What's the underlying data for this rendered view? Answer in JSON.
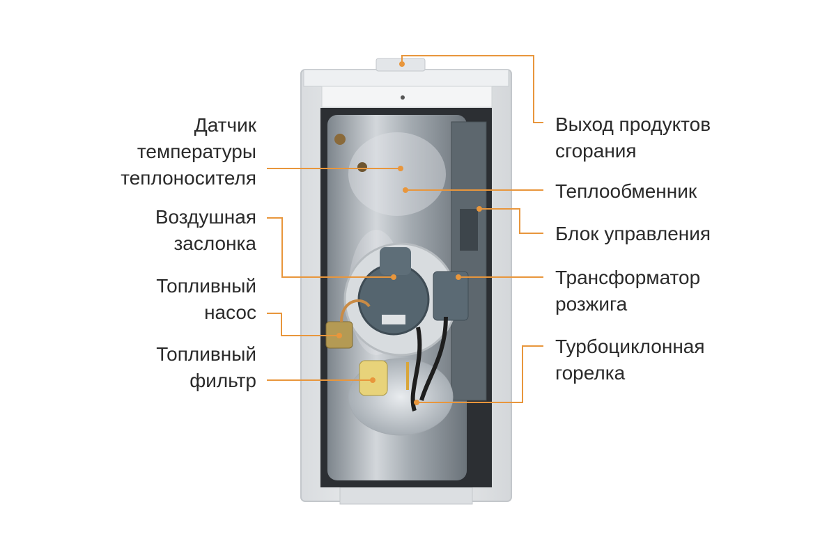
{
  "colors": {
    "leader": "#e8963c",
    "text": "#2a2a2a",
    "cabinet": "#e6e8ea",
    "inner_metal": "#a9b0b6",
    "burner": "#55656f"
  },
  "labels": {
    "left": [
      {
        "lines": [
          "Датчик",
          "температуры",
          "теплоносителя"
        ]
      },
      {
        "lines": [
          "Воздушная",
          "заслонка"
        ]
      },
      {
        "lines": [
          "Топливный",
          "насос"
        ]
      },
      {
        "lines": [
          "Топливный",
          "фильтр"
        ]
      }
    ],
    "right": [
      {
        "lines": [
          "Выход продуктов",
          "сгорания"
        ]
      },
      {
        "lines": [
          "Теплообменник"
        ]
      },
      {
        "lines": [
          "Блок управления"
        ]
      },
      {
        "lines": [
          "Трансформатор",
          "розжига"
        ]
      },
      {
        "lines": [
          "Турбоциклонная",
          "горелка"
        ]
      }
    ]
  }
}
